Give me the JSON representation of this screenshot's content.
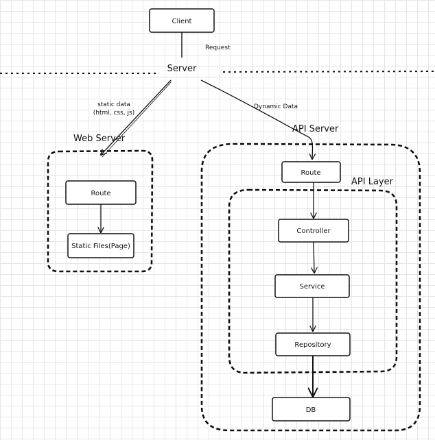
{
  "nodes": {
    "client": "Client",
    "server": "Server",
    "web_route": "Route",
    "static_files": "Static Files(Page)",
    "api_route": "Route",
    "controller": "Controller",
    "service": "Service",
    "repository": "Repository",
    "db": "DB"
  },
  "groups": {
    "web_server": "Web Server",
    "api_server": "API Server",
    "api_layer": "API Layer"
  },
  "edges": {
    "request": "Request",
    "static_data_line1": "static data",
    "static_data_line2": "(html, css, js)",
    "dynamic_data": "Dynamic Data"
  }
}
